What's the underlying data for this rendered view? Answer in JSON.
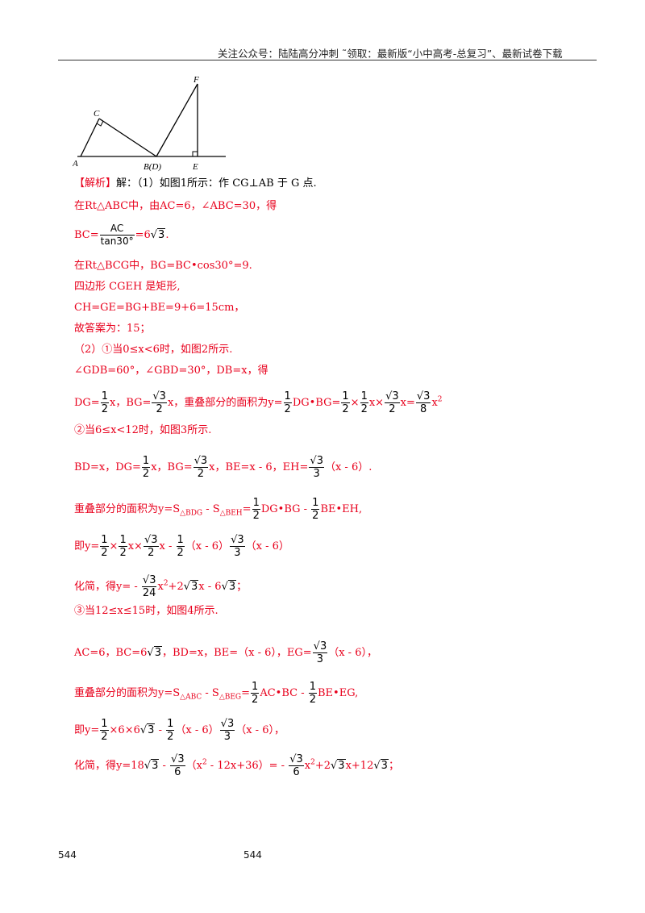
{
  "header": {
    "text": "关注公众号：陆陆高分冲刺 ˜领取：最新版“小中高考-总复习”、最新试卷下载"
  },
  "figure": {
    "labels": {
      "A": "A",
      "C": "C",
      "BD": "B(D)",
      "E": "E",
      "F": "F"
    }
  },
  "sol": {
    "tag": "【解析】",
    "l1": "解：（1）如图1所示：作 CG⊥AB 于 G 点.",
    "l2": "在Rt△ABC中，由AC=6，∠ABC=30，得",
    "l3a": "BC=",
    "l3num": "AC",
    "l3den": "tan30°",
    "l3b": "=6",
    "l3rad": "3",
    "l3c": ".",
    "l4": "在Rt△BCG中，BG=BC•cos30°=9.",
    "l5": "四边形 CGEH 是矩形,",
    "l6": "CH=GE=BG+BE=9+6=15cm，",
    "l7": "故答案为：15；",
    "l8": "（2）①当0≤x<6时，如图2所示.",
    "l9": "∠GDB=60°，∠GBD=30°，DB=x，得",
    "l10": {
      "a": "DG=",
      "f1n": "1",
      "f1d": "2",
      "b": "x，BG=",
      "f2n": "√3",
      "f2d": "2",
      "c": "x，重叠部分的面积为y=",
      "f3n": "1",
      "f3d": "2",
      "d": "DG•BG=",
      "f4n": "1",
      "f4d": "2",
      "e": "×",
      "f5n": "1",
      "f5d": "2",
      "f": "x×",
      "f6n": "√3",
      "f6d": "2",
      "g": "x=",
      "f7n": "√3",
      "f7d": "8",
      "h": "x",
      "hs": "2"
    },
    "l11": "②当6≤x<12时，如图3所示.",
    "l12": {
      "a": "BD=x，DG=",
      "f1n": "1",
      "f1d": "2",
      "b": "x，BG=",
      "f2n": "√3",
      "f2d": "2",
      "c": "x，BE=x - 6，EH=",
      "f3n": "√3",
      "f3d": "3",
      "d": "（x - 6）."
    },
    "l13": {
      "a": "重叠部分的面积为y=S",
      "s1": "△BDG",
      "b": " - S",
      "s2": "△BEH",
      "c": "=",
      "f1n": "1",
      "f1d": "2",
      "d": "DG•BG - ",
      "f2n": "1",
      "f2d": "2",
      "e": "BE•EH,"
    },
    "l14": {
      "a": "即y=",
      "f1n": "1",
      "f1d": "2",
      "b": "×",
      "f2n": "1",
      "f2d": "2",
      "c": "x×",
      "f3n": "√3",
      "f3d": "2",
      "d": "x - ",
      "f4n": "1",
      "f4d": "2",
      "e": "（x - 6）",
      "f5n": "√3",
      "f5d": "3",
      "f": "（x - 6）"
    },
    "l15": {
      "a": "化简，得y= - ",
      "f1n": "√3",
      "f1d": "24",
      "b": "x",
      "bs": "2",
      "c": "+2",
      "r1": "3",
      "d": "x - 6",
      "r2": "3",
      "e": "；"
    },
    "l16": "③当12≤x≤15时，如图4所示.",
    "l17": {
      "a": "AC=6，BC=6",
      "r1": "3",
      "b": "，BD=x，BE=（x - 6），EG=",
      "f1n": "√3",
      "f1d": "3",
      "c": "（x - 6），"
    },
    "l18": {
      "a": "重叠部分的面积为y=S",
      "s1": "△ABC",
      "b": " - S",
      "s2": "△BEG",
      "c": "=",
      "f1n": "1",
      "f1d": "2",
      "d": "AC•BC - ",
      "f2n": "1",
      "f2d": "2",
      "e": "BE•EG,"
    },
    "l19": {
      "a": "即y=",
      "f1n": "1",
      "f1d": "2",
      "b": "×6×6",
      "r1": "3",
      "c": " - ",
      "f2n": "1",
      "f2d": "2",
      "d": "（x - 6）",
      "f3n": "√3",
      "f3d": "3",
      "e": "（x - 6），"
    },
    "l20": {
      "a": "化简，得y=18",
      "r1": "3",
      "b": " - ",
      "f1n": "√3",
      "f1d": "6",
      "c": "（x",
      "cs": "2",
      "d": " - 12x+36）= - ",
      "f2n": "√3",
      "f2d": "6",
      "e": "x",
      "es": "2",
      "f": "+2",
      "r2": "3",
      "g": "x+12",
      "r3": "3",
      "h": "；"
    }
  },
  "page": {
    "num_left": "544",
    "num_center": "544"
  }
}
